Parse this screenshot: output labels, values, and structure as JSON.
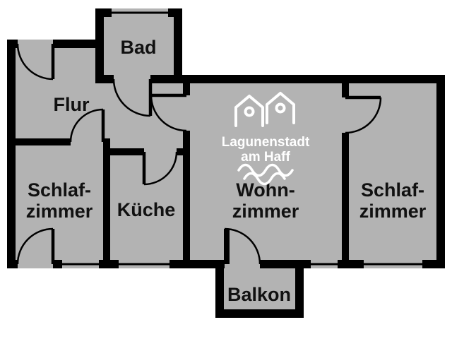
{
  "colors": {
    "background": "#ffffff",
    "room_fill": "#b3b3b3",
    "wall": "#000000",
    "label": "#111111",
    "logo": "#ffffff"
  },
  "rooms": {
    "bad": {
      "label": "Bad"
    },
    "flur": {
      "label": "Flur"
    },
    "schlafzimmer_links": {
      "line1": "Schlaf-",
      "line2": "zimmer"
    },
    "kueche": {
      "label": "Küche"
    },
    "wohnzimmer": {
      "line1": "Wohn-",
      "line2": "zimmer"
    },
    "schlafzimmer_rechts": {
      "line1": "Schlaf-",
      "line2": "zimmer"
    },
    "balkon": {
      "label": "Balkon"
    }
  },
  "logo": {
    "line1": "Lagunenstadt",
    "line2": "am Haff"
  }
}
